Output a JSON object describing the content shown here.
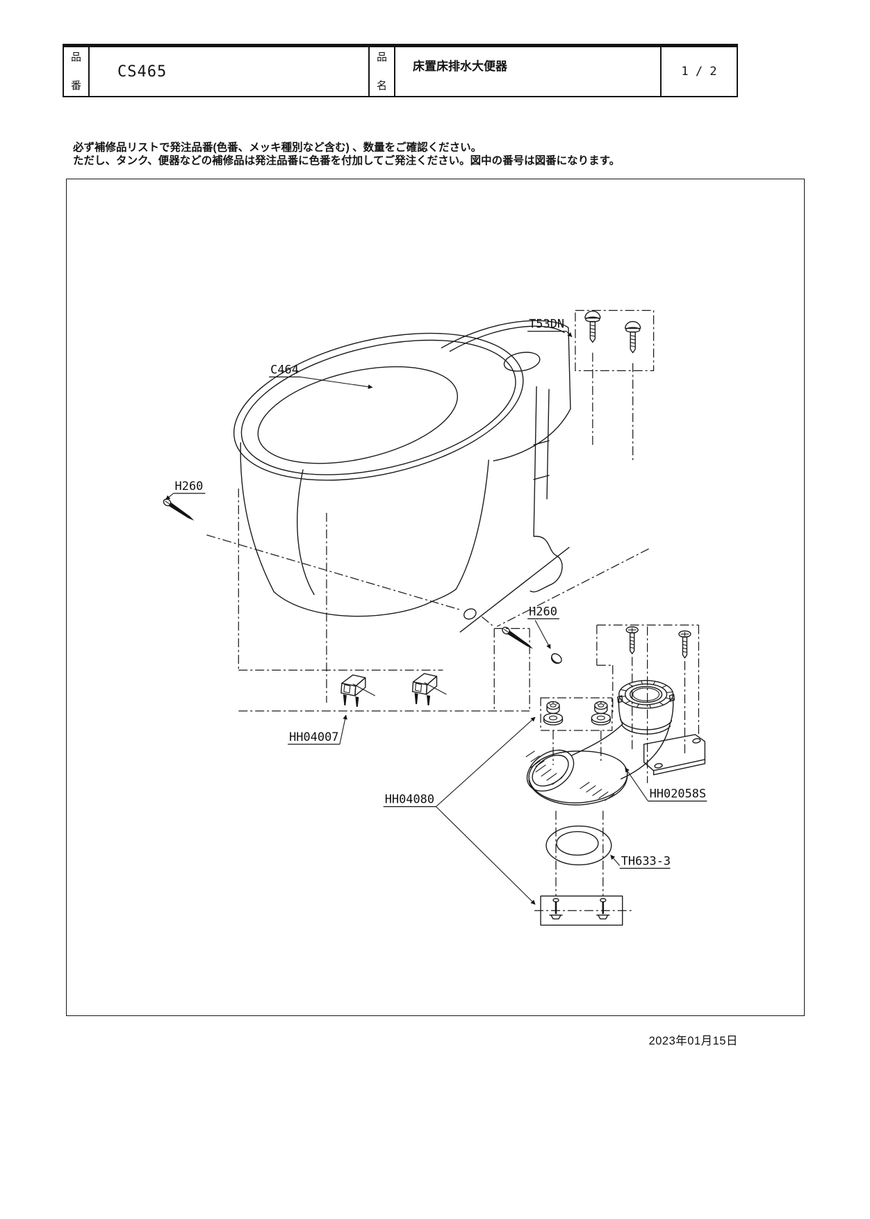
{
  "header": {
    "part_no_label": "品番",
    "part_no_value": "CS465",
    "part_name_label": "品名",
    "part_name_value": "床置床排水大便器",
    "page_indicator": "1 / 2"
  },
  "notes": {
    "line1": "必ず補修品リストで発注品番(色番、メッキ種別など含む) 、数量をご確認ください。",
    "line2": "ただし、タンク、便器などの補修品は発注品番に色番を付加してご発注ください。図中の番号は図番になります。"
  },
  "diagram": {
    "labels": {
      "bowl": "C464",
      "tank_bolts": "T53DN",
      "screw_left": "H260",
      "screw_middle": "H260",
      "bolt_caps": "HH04007",
      "flange_screws": "HH04080",
      "drain_socket": "HH02058S",
      "gasket": "TH633-3"
    }
  },
  "footer": {
    "date": "2023年01月15日"
  }
}
